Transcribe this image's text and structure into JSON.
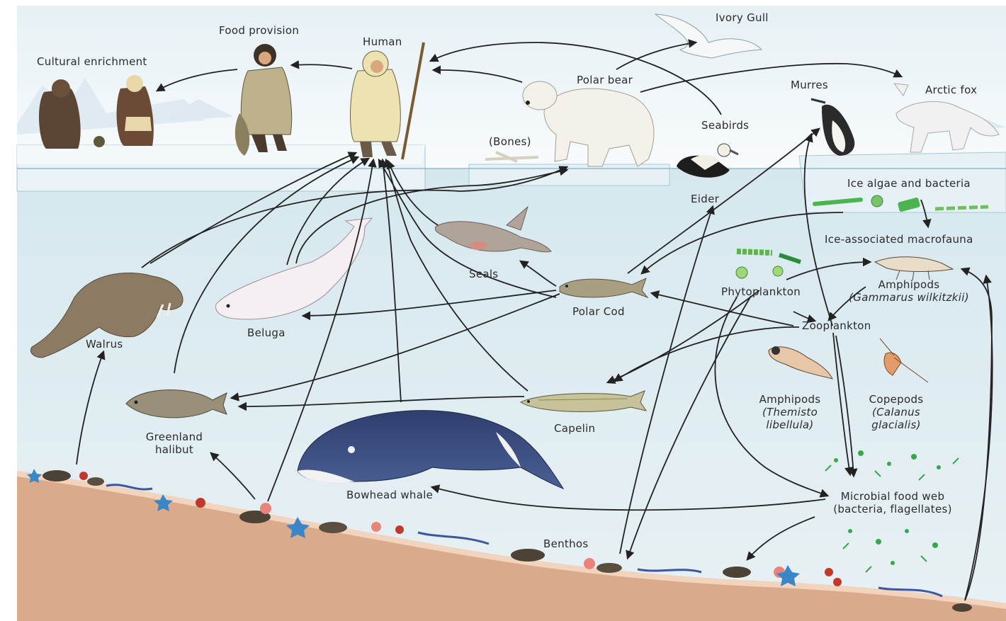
{
  "colors": {
    "sky_top": "#eaf2f7",
    "sky_bottom": "#f7fafc",
    "water": "#dbe9ef",
    "water_deep": "#cfe2ea",
    "seabed": "#d8a98a",
    "seabed_top": "#f1cdb4",
    "ice": "#eef6fa",
    "arrow": "#222222",
    "microbes": "#37a84a"
  },
  "labels": {
    "cultural_enrichment": "Cultural enrichment",
    "food_provision": "Food provision",
    "human": "Human",
    "ivory_gull": "Ivory Gull",
    "polar_bear": "Polar bear",
    "murres": "Murres",
    "arctic_fox": "Arctic fox",
    "seabirds": "Seabirds",
    "bones": "(Bones)",
    "eider": "Eider",
    "ice_algae": "Ice algae and bacteria",
    "ice_macrofauna": "Ice-associated macrofauna",
    "seals": "Seals",
    "phytoplankton": "Phytoplankton",
    "amphipods_ice": "Amphipods",
    "amphipods_ice_species": "(Gammarus wilkitzkii)",
    "polar_cod": "Polar Cod",
    "beluga": "Beluga",
    "walrus": "Walrus",
    "zooplankton": "Zooplankton",
    "amphipods_themisto": "Amphipods",
    "themisto_species_1": "(Themisto",
    "themisto_species_2": "libellula)",
    "copepods": "Copepods",
    "copepods_species_1": "(Calanus",
    "copepods_species_2": "glacialis)",
    "greenland_halibut_1": "Greenland",
    "greenland_halibut_2": "halibut",
    "capelin": "Capelin",
    "bowhead_whale": "Bowhead whale",
    "microbial_1": "Microbial food web",
    "microbial_2": "(bacteria, flagellates)",
    "benthos": "Benthos"
  },
  "icons": {
    "organisms": [
      "human-figure-icon",
      "polar-bear-icon",
      "ivory-gull-icon",
      "murre-icon",
      "arctic-fox-icon",
      "eider-icon",
      "seal-icon",
      "beluga-icon",
      "walrus-icon",
      "polar-cod-icon",
      "capelin-icon",
      "greenland-halibut-icon",
      "bowhead-whale-icon",
      "amphipod-icon",
      "copepod-icon",
      "phytoplankton-icon",
      "ice-algae-icon",
      "microbes-icon",
      "benthos-icon"
    ]
  }
}
